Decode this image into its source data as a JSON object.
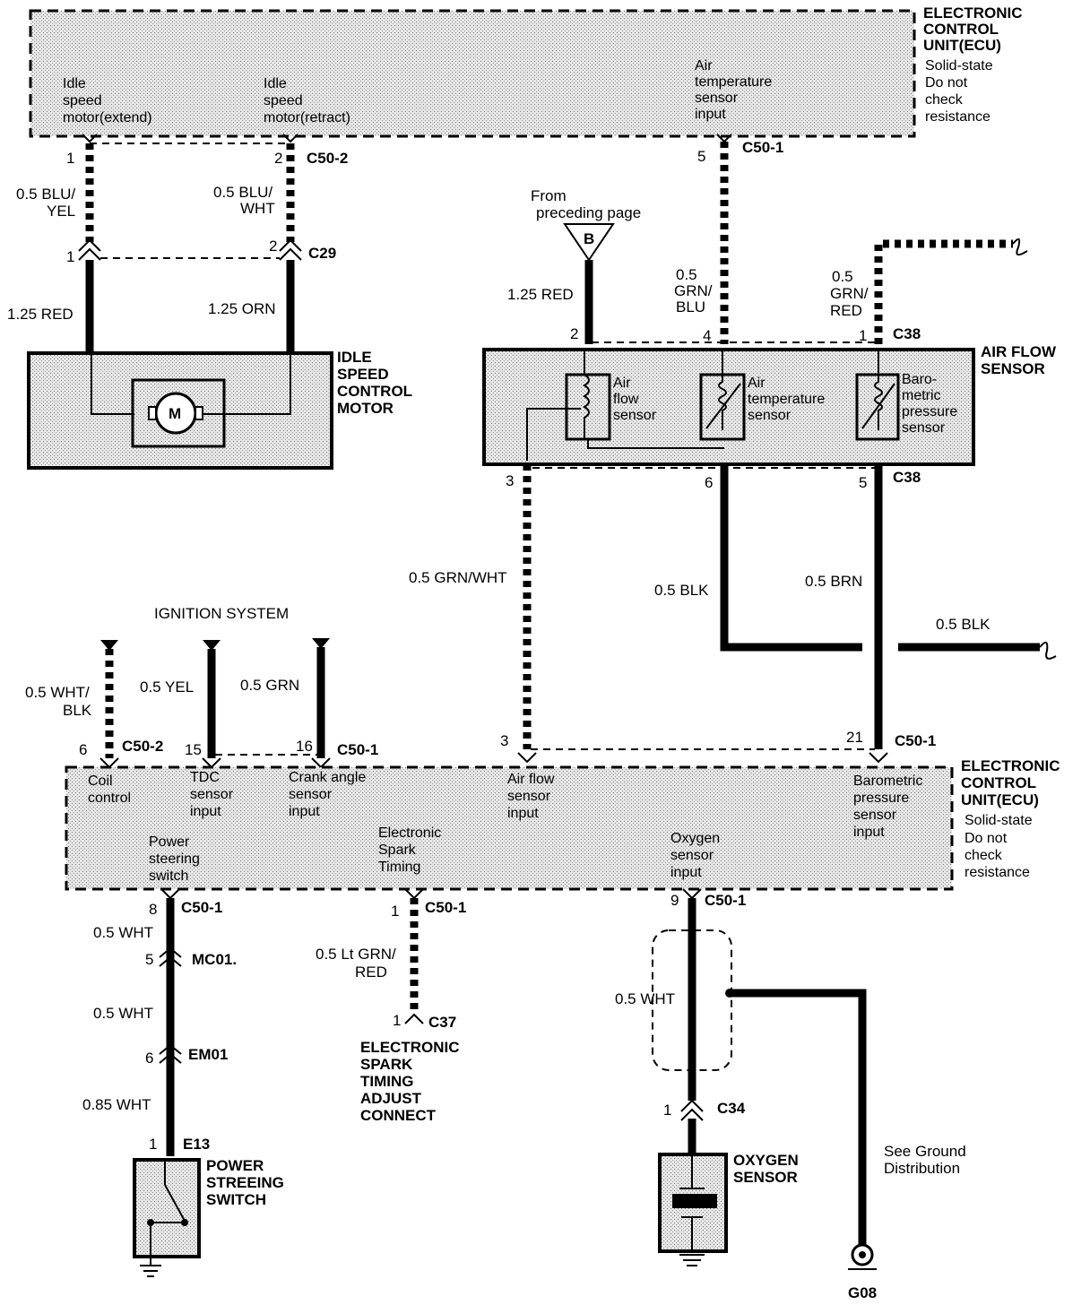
{
  "ecu_top": {
    "title": [
      "ELECTRONIC",
      "CONTROL",
      "UNIT(ECU)"
    ],
    "note": [
      "Solid-state",
      "Do not",
      "check",
      "resistance"
    ],
    "pins": {
      "isc_extend": [
        "Idle",
        "speed",
        "motor(extend)"
      ],
      "isc_retract": [
        "Idle",
        "speed",
        "motor(retract)"
      ],
      "air_temp": [
        "Air",
        "temperature",
        "sensor",
        "input"
      ]
    }
  },
  "connectors": {
    "c50_2": "C50-2",
    "c50_1": "C50-1",
    "c29": "C29",
    "c38": "C38",
    "mc01": "MC01.",
    "em01": "EM01",
    "e13": "E13",
    "c37": "C37",
    "c34": "C34",
    "g08": "G08"
  },
  "pins": {
    "p1": "1",
    "p2": "2",
    "p3": "3",
    "p4": "4",
    "p5": "5",
    "p6": "6",
    "p8": "8",
    "p9": "9",
    "p15": "15",
    "p16": "16",
    "p21": "21"
  },
  "wires": {
    "blu_yel": [
      "0.5 BLU/",
      "YEL"
    ],
    "blu_wht": [
      "0.5 BLU/",
      "WHT"
    ],
    "red_125_a": "1.25 RED",
    "orn_125": "1.25 ORN",
    "red_125_b": "1.25 RED",
    "grn_blu": [
      "0.5",
      "GRN/",
      "BLU"
    ],
    "grn_red": [
      "0.5",
      "GRN/",
      "RED"
    ],
    "grn_wht": "0.5 GRN/WHT",
    "blk_a": "0.5 BLK",
    "brn": "0.5 BRN",
    "blk_b": "0.5 BLK",
    "wht_blk": [
      "0.5 WHT/",
      "BLK"
    ],
    "yel": "0.5 YEL",
    "grn": "0.5 GRN",
    "wht_a": "0.5 WHT",
    "wht_b": "0.5 WHT",
    "wht_085": "0.85 WHT",
    "ltgrn_red": [
      "0.5 Lt GRN/",
      "RED"
    ],
    "wht_o2": "0.5 WHT"
  },
  "components": {
    "isc_motor": [
      "IDLE",
      "SPEED",
      "CONTROL",
      "MOTOR"
    ],
    "motor_symbol": "M",
    "air_flow_sensor": [
      "AIR FLOW",
      "SENSOR"
    ],
    "afs_inner": {
      "air_flow": [
        "Air",
        "flow",
        "sensor"
      ],
      "air_temp": [
        "Air",
        "temperature",
        "sensor"
      ],
      "baro": [
        "Baro-",
        "metric",
        "pressure",
        "sensor"
      ]
    },
    "from_page": [
      "From",
      "preceding page"
    ],
    "from_page_letter": "B",
    "ignition": "IGNITION SYSTEM",
    "ps_switch": [
      "POWER",
      "STREEING",
      "SWITCH"
    ],
    "spark_connect": [
      "ELECTRONIC",
      "SPARK",
      "TIMING",
      "ADJUST",
      "CONNECT"
    ],
    "o2_sensor": [
      "OXYGEN",
      "SENSOR"
    ],
    "ground_note": [
      "See Ground",
      "Distribution"
    ]
  },
  "ecu_bottom": {
    "title": [
      "ELECTRONIC",
      "CONTROL",
      "UNIT(ECU)"
    ],
    "note": [
      "Solid-state",
      "Do not",
      "check",
      "resistance"
    ],
    "pins": {
      "coil": [
        "Coil",
        "control"
      ],
      "tdc": [
        "TDC",
        "sensor",
        "input"
      ],
      "crank": [
        "Crank angle",
        "sensor",
        "input"
      ],
      "afs": [
        "Air flow",
        "sensor",
        "input"
      ],
      "baro": [
        "Barometric",
        "pressure",
        "sensor",
        "input"
      ],
      "ps": [
        "Power",
        "steering",
        "switch"
      ],
      "est": [
        "Electronic",
        "Spark",
        "Timing"
      ],
      "o2": [
        "Oxygen",
        "sensor",
        "input"
      ]
    }
  }
}
